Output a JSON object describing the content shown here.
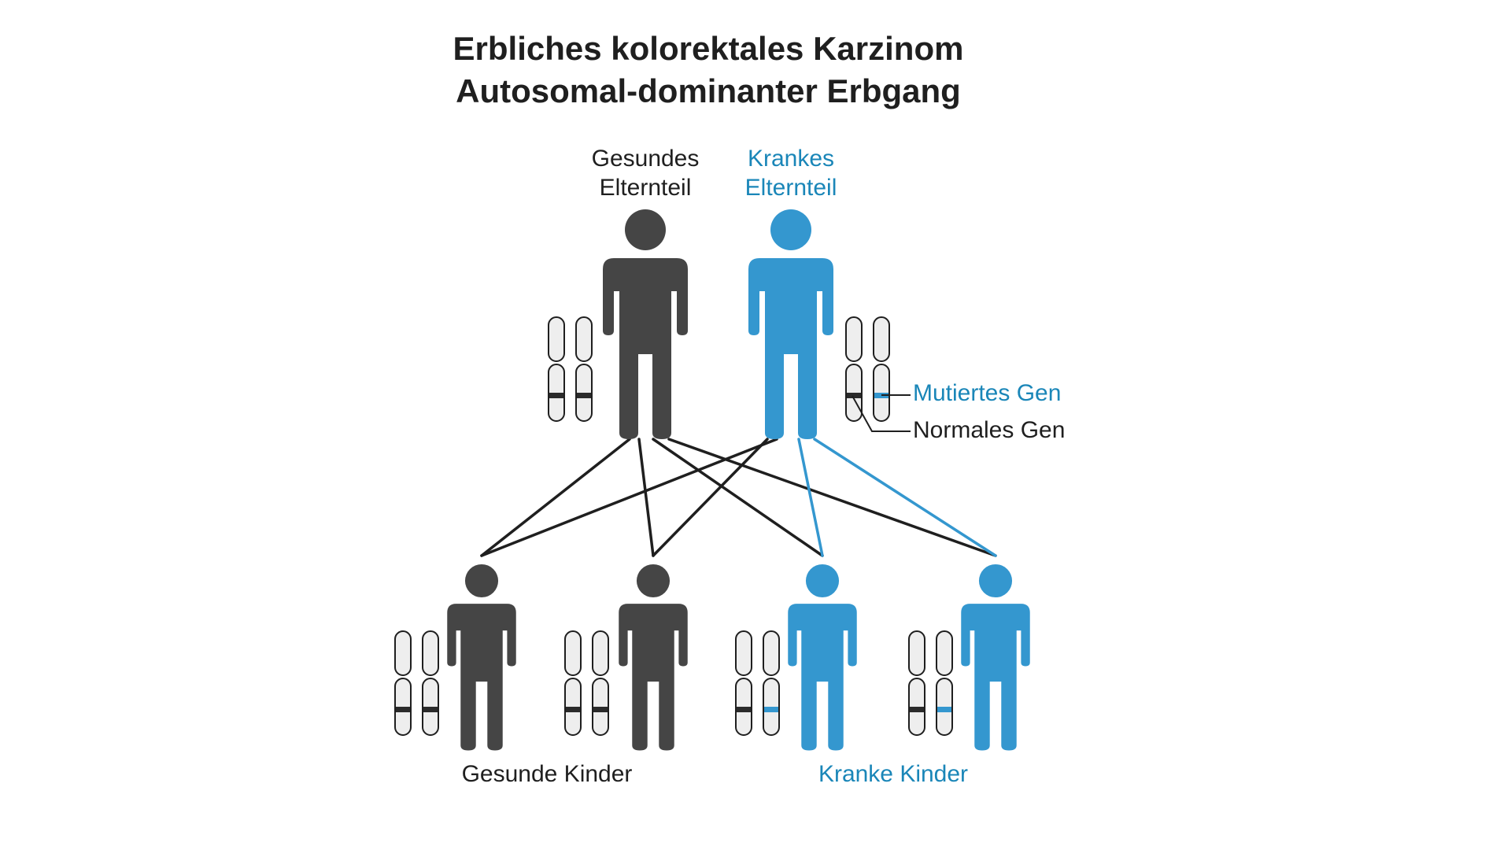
{
  "title_line1": "Erbliches kolorektales Karzinom",
  "title_line2": "Autosomal-dominanter Erbgang",
  "parents": {
    "healthy": {
      "label_line1": "Gesundes",
      "label_line2": "Elternteil"
    },
    "affected": {
      "label_line1": "Krankes",
      "label_line2": "Elternteil"
    }
  },
  "legend": {
    "mutated_gene": "Mutiertes Gen",
    "normal_gene": "Normales Gen"
  },
  "children": {
    "healthy_label": "Gesunde Kinder",
    "affected_label": "Kranke Kinder"
  },
  "colors": {
    "healthy_figure": "#454545",
    "affected_figure": "#3497cf",
    "mutation_band": "#3497cf",
    "normal_band": "#2b2b2b",
    "chromosome_fill": "#eeeeee",
    "blue_text": "#1a86b8",
    "dark_text": "#1f1f1f"
  },
  "icons": {
    "person": "person-icon",
    "chromosome": "chromosome-icon"
  }
}
